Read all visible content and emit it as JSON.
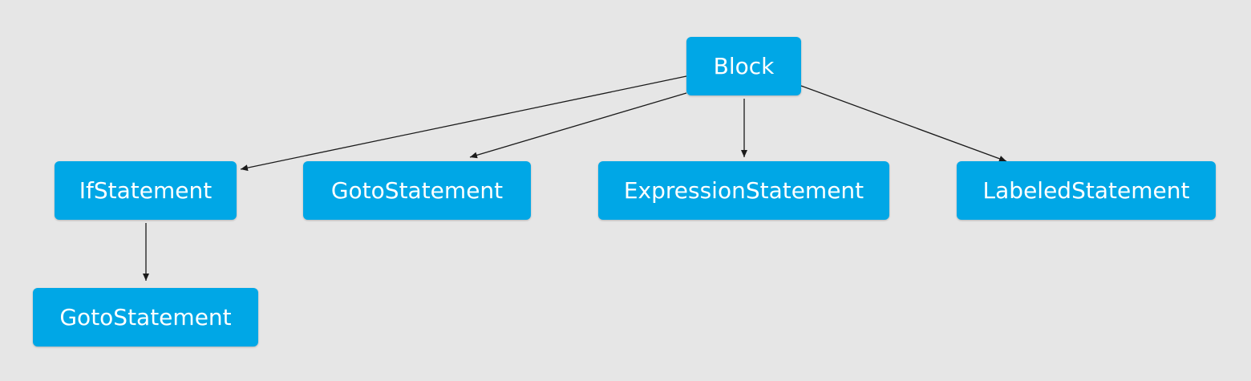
{
  "diagram": {
    "colors": {
      "background": "#e6e6e6",
      "node_fill": "#00a7e6",
      "node_text": "#ffffff",
      "edge": "#1a1a1a"
    },
    "nodes": {
      "block": {
        "label": "Block"
      },
      "if_statement": {
        "label": "IfStatement"
      },
      "goto_statement_1": {
        "label": "GotoStatement"
      },
      "expression_statement": {
        "label": "ExpressionStatement"
      },
      "labeled_statement": {
        "label": "LabeledStatement"
      },
      "goto_statement_2": {
        "label": "GotoStatement"
      }
    },
    "edges": [
      {
        "from": "block",
        "to": "if_statement"
      },
      {
        "from": "block",
        "to": "goto_statement_1"
      },
      {
        "from": "block",
        "to": "expression_statement"
      },
      {
        "from": "block",
        "to": "labeled_statement"
      },
      {
        "from": "if_statement",
        "to": "goto_statement_2"
      }
    ]
  }
}
